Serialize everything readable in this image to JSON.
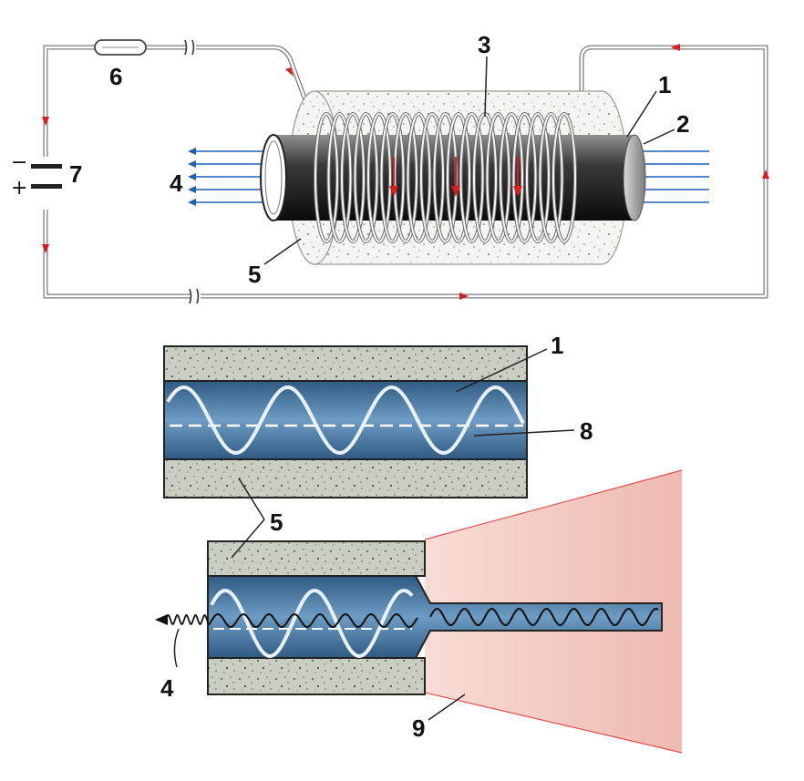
{
  "labels": {
    "l1": "1",
    "l2": "2",
    "l3": "3",
    "l4": "4",
    "l5": "5",
    "l6": "6",
    "l7": "7",
    "l8": "8",
    "l9": "9",
    "minus": "−",
    "plus": "+"
  },
  "colors": {
    "wire": "#7a7a7a",
    "current_arrow": "#d81e1e",
    "beam": "#1f5fb5",
    "insulator": "#d8dcd2",
    "tube_dark": "#202020",
    "waveguide": "#3e6f9a",
    "cone": "#f2c8c0"
  },
  "icons": {
    "fuse": "fuse-icon",
    "battery": "battery-icon",
    "wire_break": "wire-break-icon"
  }
}
